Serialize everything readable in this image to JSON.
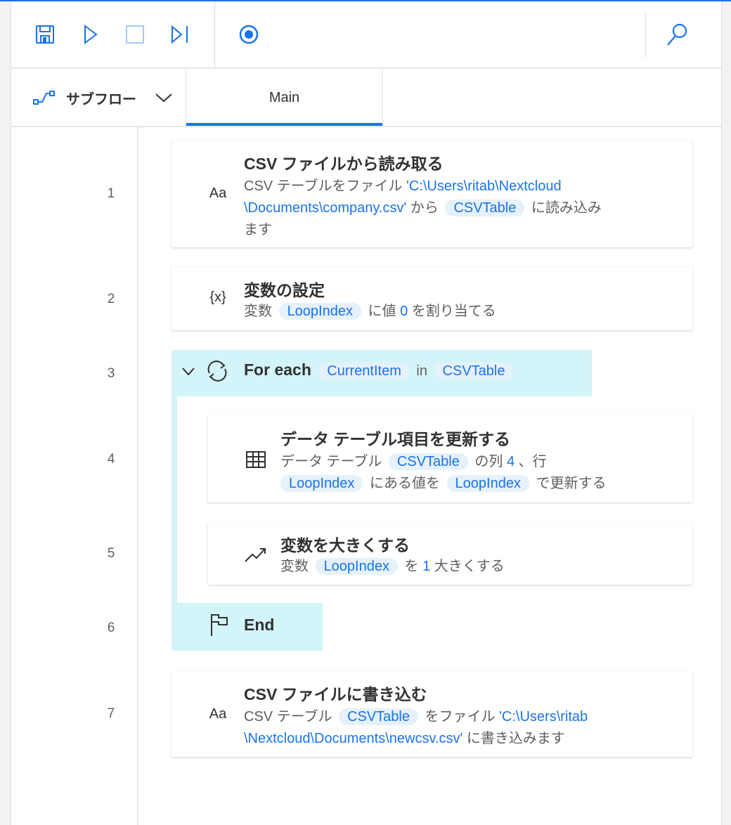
{
  "toolbar": {
    "buttons": [
      "save-icon",
      "run-icon",
      "stop-icon",
      "run-next-icon",
      "record-icon",
      "search-icon"
    ]
  },
  "tabs": {
    "subflow_label": "サブフロー",
    "main_label": "Main"
  },
  "lines": [
    "1",
    "2",
    "3",
    "4",
    "5",
    "6",
    "7"
  ],
  "steps": [
    {
      "title": "CSV ファイルから読み取る",
      "icon": "Aa",
      "desc": [
        {
          "t": "CSV テーブルをファイル ",
          "k": "text"
        },
        {
          "t": "'C:\\Users\\ritab\\Nextcloud",
          "k": "tok"
        },
        {
          "t": "\\Documents\\company.csv'",
          "k": "tok"
        },
        {
          "t": " から ",
          "k": "text"
        },
        {
          "t": "CSVTable",
          "k": "pill"
        },
        {
          "t": " に読み込み",
          "k": "text"
        },
        {
          "t": "ます",
          "k": "text"
        }
      ]
    },
    {
      "title": "変数の設定",
      "icon": "{x}",
      "desc": [
        {
          "t": "変数 ",
          "k": "text"
        },
        {
          "t": "LoopIndex",
          "k": "pill"
        },
        {
          "t": " に値 ",
          "k": "text"
        },
        {
          "t": "0",
          "k": "tok"
        },
        {
          "t": " を割り当てる",
          "k": "text"
        }
      ]
    },
    {
      "title": "For each",
      "icon": "loop-icon",
      "desc": [
        {
          "t": "CurrentItem",
          "k": "pill"
        },
        {
          "t": " in ",
          "k": "text"
        },
        {
          "t": "CSVTable",
          "k": "pill"
        }
      ]
    },
    {
      "title": "データ テーブル項目を更新する",
      "icon": "table-icon",
      "desc": [
        {
          "t": "データ テーブル ",
          "k": "text"
        },
        {
          "t": "CSVTable",
          "k": "pill"
        },
        {
          "t": " の列 ",
          "k": "text"
        },
        {
          "t": "4",
          "k": "tok"
        },
        {
          "t": " 、行",
          "k": "text"
        },
        {
          "t": "LoopIndex",
          "k": "pill"
        },
        {
          "t": " にある値を ",
          "k": "text"
        },
        {
          "t": "LoopIndex",
          "k": "pill"
        },
        {
          "t": " で更新する",
          "k": "text"
        }
      ]
    },
    {
      "title": "変数を大きくする",
      "icon": "increase-icon",
      "desc": [
        {
          "t": "変数 ",
          "k": "text"
        },
        {
          "t": "LoopIndex",
          "k": "pill"
        },
        {
          "t": " を ",
          "k": "text"
        },
        {
          "t": "1",
          "k": "tok"
        },
        {
          "t": " 大きくする",
          "k": "text"
        }
      ]
    },
    {
      "title": "End",
      "icon": "flag-icon",
      "desc": []
    },
    {
      "title": "CSV ファイルに書き込む",
      "icon": "Aa",
      "desc": [
        {
          "t": "CSV テーブル ",
          "k": "text"
        },
        {
          "t": "CSVTable",
          "k": "pill"
        },
        {
          "t": " をファイル ",
          "k": "text"
        },
        {
          "t": "'C:\\Users\\ritab",
          "k": "tok"
        },
        {
          "t": "\\Nextcloud\\Documents\\newcsv.csv'",
          "k": "tok"
        },
        {
          "t": " に書き込みます",
          "k": "text"
        }
      ]
    }
  ],
  "colors": {
    "accent": "#1a73e8",
    "loop_band": "#d3f4f8",
    "pill_bg": "#e5f1fb"
  }
}
